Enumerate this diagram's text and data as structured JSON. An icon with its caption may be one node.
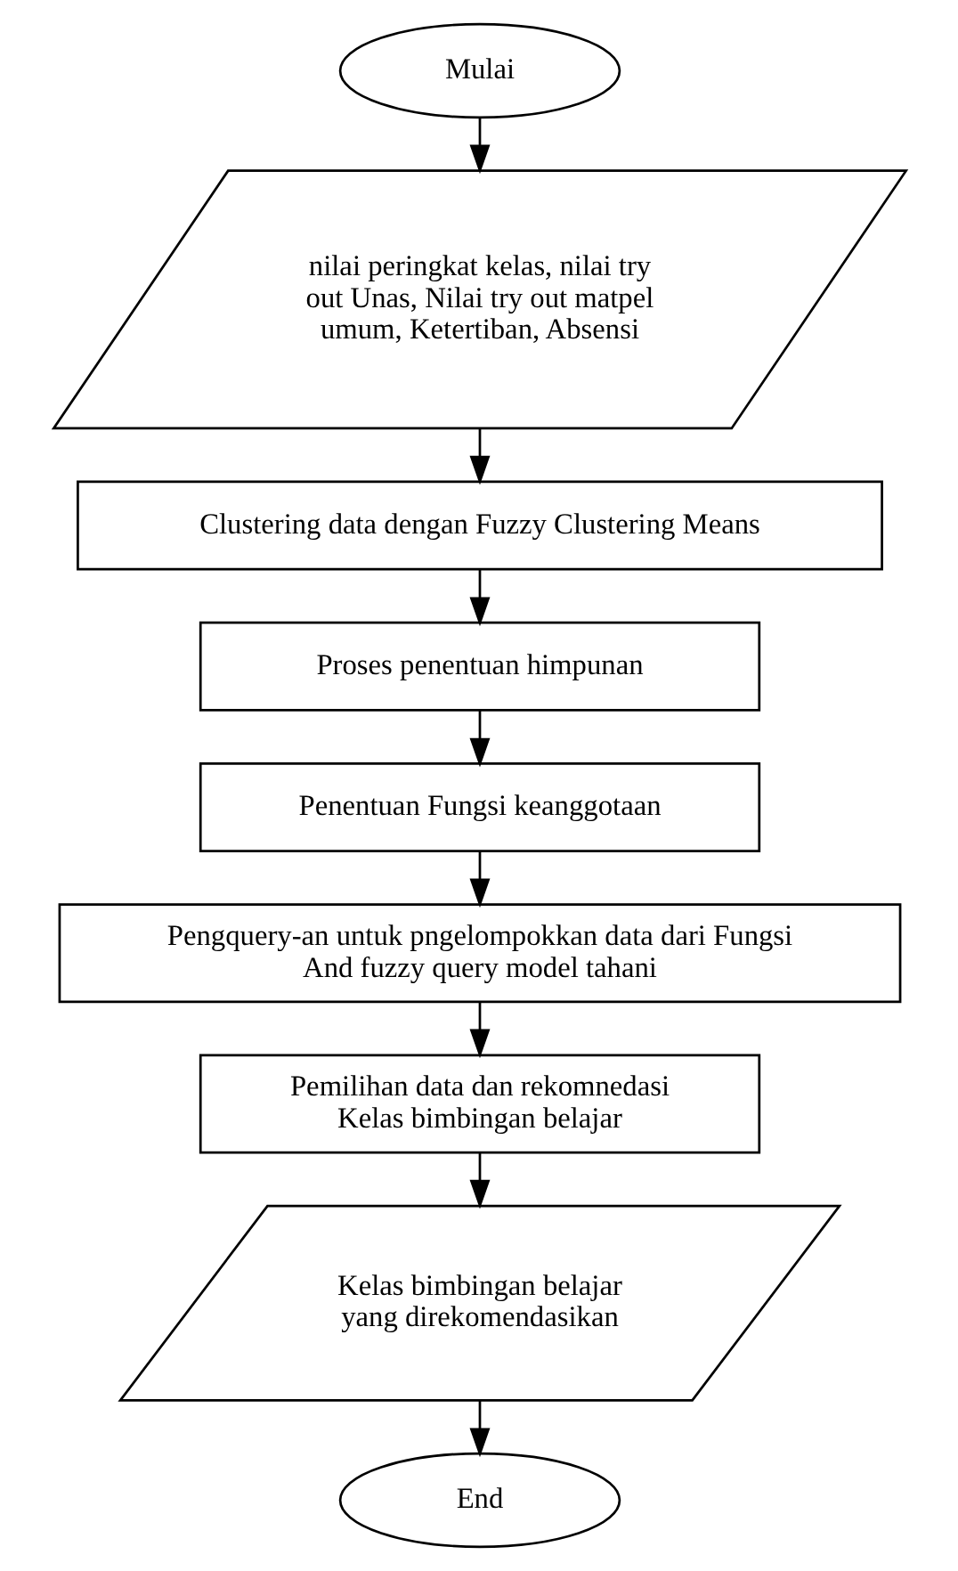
{
  "diagram": {
    "nodes": [
      {
        "text": [
          "Mulai"
        ]
      },
      {
        "text": [
          "nilai peringkat kelas, nilai try out Unas, Nilai try out matpel umum, Ketertiban, Absensi"
        ]
      },
      {
        "text": [
          "Clustering data dengan Fuzzy Clustering Means"
        ]
      },
      {
        "text": [
          "Proses penentuan himpunan"
        ]
      },
      {
        "text": [
          "Penentuan Fungsi keanggotaan"
        ]
      },
      {
        "text": [
          "Pengquery-an untuk pngelompokkan data dari Fungsi And fuzzy query model tahani"
        ]
      },
      {
        "text": [
          "Pemilihan data dan rekomnedasi Kelas bimbingan belajar"
        ]
      },
      {
        "text": [
          "Kelas bimbingan belajar yang direkomendasikan"
        ]
      },
      {
        "text": [
          "End"
        ]
      }
    ],
    "edges": [
      {
        "from": 0,
        "to": 1,
        "arrow": "to"
      },
      {
        "from": 1,
        "to": 2,
        "arrow": "to"
      },
      {
        "from": 2,
        "to": 3,
        "arrow": "to"
      },
      {
        "from": 3,
        "to": 4,
        "arrow": "to"
      },
      {
        "from": 4,
        "to": 5,
        "arrow": "to"
      },
      {
        "from": 5,
        "to": 6,
        "arrow": "to"
      },
      {
        "from": 6,
        "to": 7,
        "arrow": "to"
      },
      {
        "from": 7,
        "to": 8,
        "arrow": "to"
      }
    ]
  }
}
